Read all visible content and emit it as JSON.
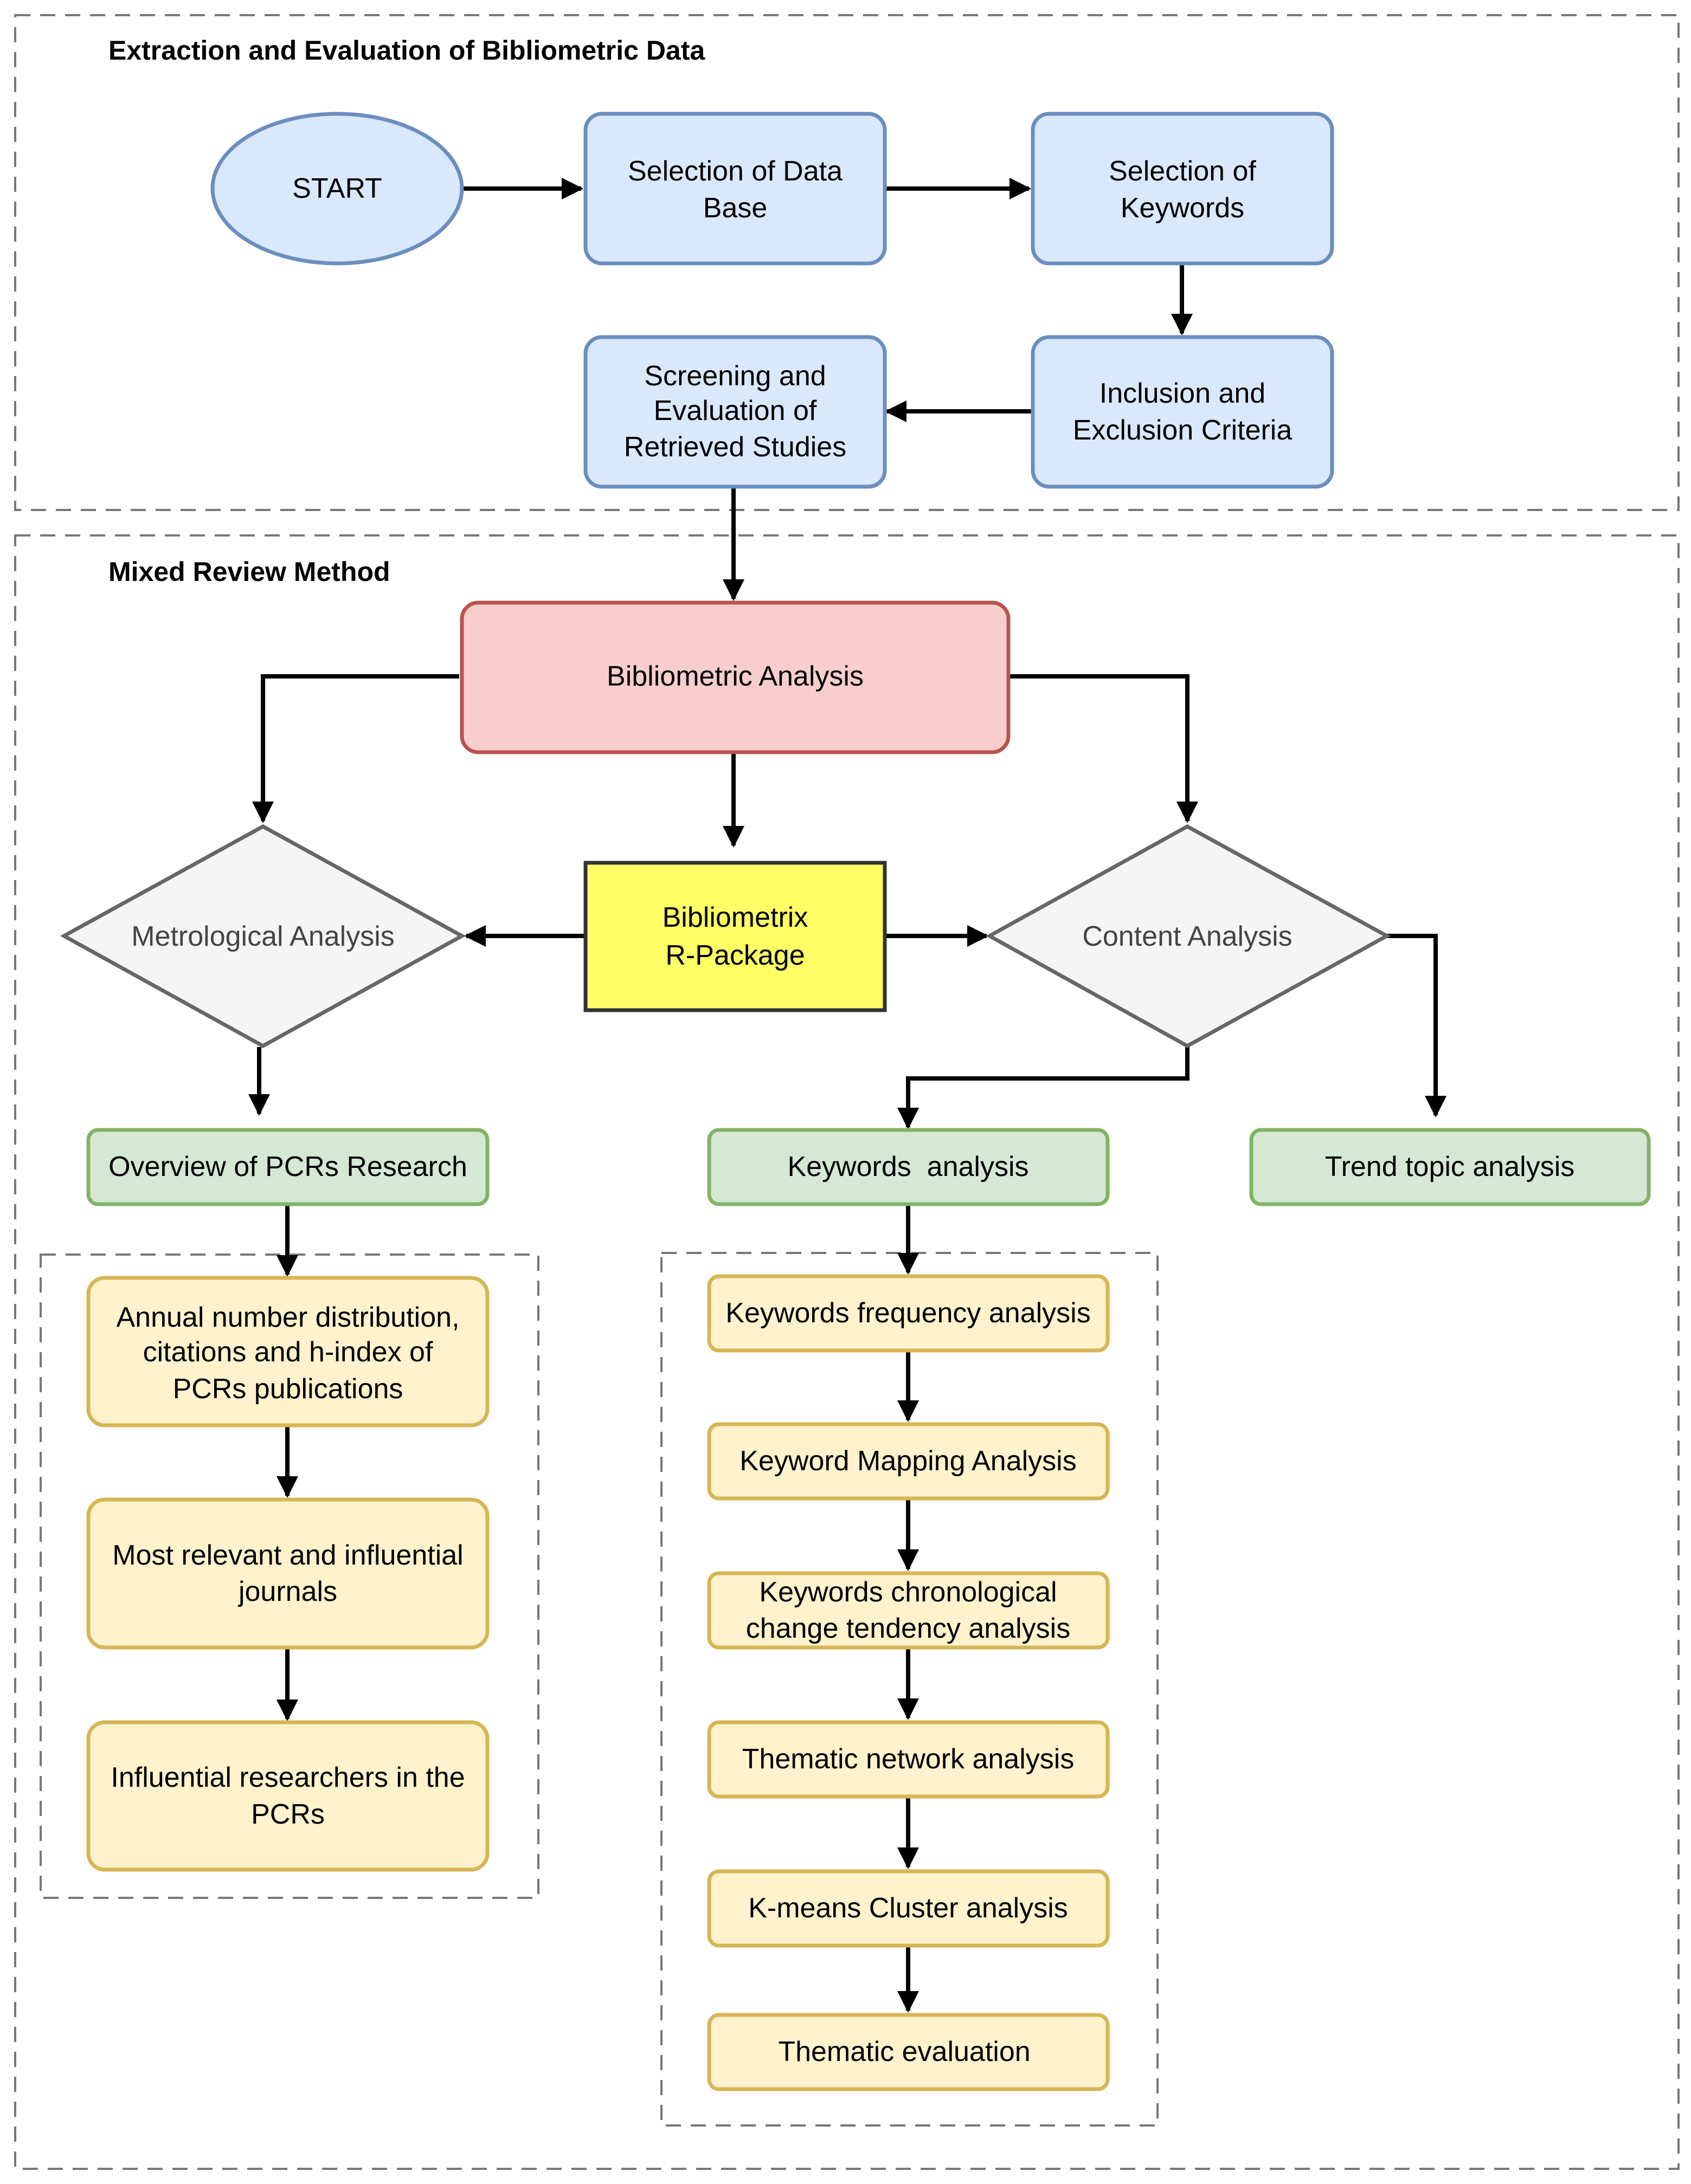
{
  "sections": {
    "extraction_title": "Extraction and Evaluation of Bibliometric Data",
    "mixed_title": "Mixed Review Method"
  },
  "nodes": {
    "start": "START",
    "select_db": [
      "Selection of Data",
      "Base"
    ],
    "select_kw": [
      "Selection of",
      "Keywords"
    ],
    "inclusion": [
      "Inclusion and",
      "Exclusion Criteria"
    ],
    "screening": [
      "Screening and",
      "Evaluation of",
      "Retrieved Studies"
    ],
    "biblio_analysis": "Bibliometric Analysis",
    "bibliometrix": [
      "Bibliometrix",
      "R-Package"
    ],
    "metrological": "Metrological Analysis",
    "content": "Content Analysis",
    "overview": "Overview of PCRs Research",
    "keywords_analysis": "Keywords  analysis",
    "trend": "Trend topic analysis",
    "annual": [
      "Annual number distribution,",
      "citations and h-index of",
      "PCRs publications"
    ],
    "journals": [
      "Most relevant and influential",
      "journals"
    ],
    "researchers": [
      "Influential researchers in the",
      "PCRs"
    ],
    "kw_frequency": "Keywords frequency analysis",
    "kw_mapping": "Keyword Mapping Analysis",
    "kw_chrono": [
      "Keywords chronological",
      "change tendency analysis"
    ],
    "thematic_network": "Thematic network analysis",
    "kmeans": "K-means Cluster analysis",
    "thematic_eval": "Thematic evaluation"
  },
  "colors": {
    "blue_fill": "#dae8fc",
    "blue_stroke": "#6c8ebf",
    "red_fill": "#f8cecc",
    "red_stroke": "#b85450",
    "yellow_fill": "#ffff66",
    "yellow_stroke": "#333333",
    "grey_fill": "#f5f5f5",
    "grey_stroke": "#666666",
    "green_fill": "#d5e8d4",
    "green_stroke": "#82b366",
    "orange_fill": "#fff2cc",
    "orange_stroke": "#d6b656"
  }
}
